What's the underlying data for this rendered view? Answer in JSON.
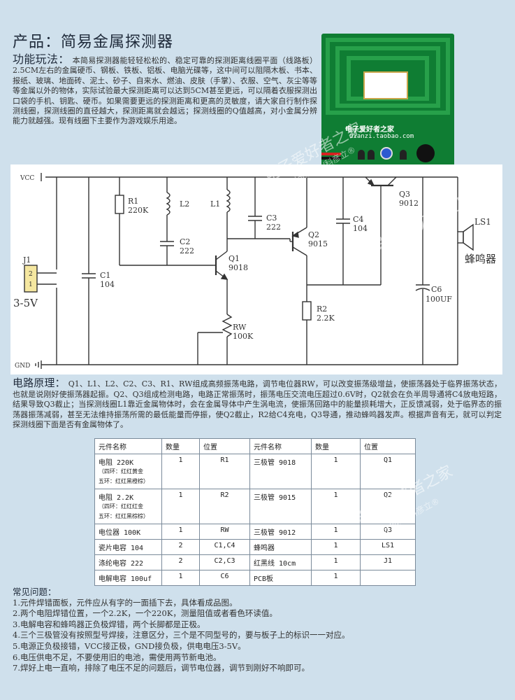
{
  "title": "产品：简易金属探测器",
  "intro": {
    "label": "功能玩法：",
    "text": "本简易探测器能轻轻松松的、稳定可靠的探测距离线圈平面（线路板）2.5CM左右的金属硬币、钢板、铁板、铝板、电脑光碟等，这中间可以阻隔木板、书本、报纸、玻璃、地面砖、泥土、砂子、自来水、燃油、皮肤（手掌）、衣服、空气、灰尘等等等金属以外的物体，实际试验最大探测距离可以达到5CM甚至更远，可以隔着衣服探测出口袋的手机、钥匙、硬币。如果需要更远的探测距离和更高的灵敏度，请大家自行制作探测线圈，探测线圈的直径越大，探测距离就会越远；探测线圈的Q值越高，对小金属分辨能力就越强。现有线圈下主要作为游戏娱乐用途。"
  },
  "photo": {
    "brand": "电子爱好者之家",
    "url": "dianzi.taobao.com"
  },
  "schematic": {
    "vcc": "VCC",
    "gnd": "GND",
    "j1": "J1",
    "j1_pin2": "2",
    "j1_pin1": "1",
    "supply": "3-5V",
    "r1": "R1",
    "r1_val": "220K",
    "l2": "L2",
    "l1": "L1",
    "c2": "C2",
    "c2_val": "222",
    "c3": "C3",
    "c3_val": "222",
    "c1": "C1",
    "c1_val": "104",
    "q1": "Q1",
    "q1_val": "9018",
    "q2": "Q2",
    "q2_val": "9015",
    "q3": "Q3",
    "q3_val": "9012",
    "c4": "C4",
    "c4_val": "104",
    "r2": "R2",
    "r2_val": "2.2K",
    "rw": "RW",
    "rw_val": "100K",
    "c6": "C6",
    "c6_val": "100UF",
    "ls1": "LS1",
    "buzzer": "蜂鸣器"
  },
  "principle": {
    "label": "电路原理：",
    "text": "Q1、L1、L2、C2、C3、R1、RW组成高频振荡电路，调节电位器RW，可以改变振荡级增益，使振荡器处于临界振荡状态，也就是说刚好使振荡器起振。Q2、Q3组成检测电路，电路正常振荡时，振荡电压交流电压超过0.6V时，Q2就会在负半周导通将C4放电短路，结果导致Q3截止；当探测线圈L1靠近金属物体时，会在金属导体中产生涡电流，使振荡回路中的能量损耗增大，正反馈减弱，处于临界态的振荡器振荡减弱，甚至无法维持振荡所需的最低能量而停振，使Q2截止，R2给C4充电，Q3导通，推动蜂鸣器发声。根据声音有无，就可以判定探测线圈下面是否有金属物体了。"
  },
  "bom": {
    "headers": [
      "元件名称",
      "数量",
      "位置",
      "元件名称",
      "数量",
      "位置"
    ],
    "rows": [
      {
        "name": "电阻 220K",
        "sub1": "（四环：红红黄金",
        "sub2": "五环：红红黑橙棕）",
        "qty": "1",
        "pos": "R1",
        "name2": "三极管 9018",
        "qty2": "1",
        "pos2": "Q1"
      },
      {
        "name": "电阻 2.2K",
        "sub1": "（四环：红红红金",
        "sub2": "五环：红红黑棕棕）",
        "qty": "1",
        "pos": "R2",
        "name2": "三极管 9015",
        "qty2": "1",
        "pos2": "Q2"
      },
      {
        "name": "电位器 100K",
        "qty": "1",
        "pos": "RW",
        "name2": "三极管 9012",
        "qty2": "1",
        "pos2": "Q3"
      },
      {
        "name": "瓷片电容 104",
        "qty": "2",
        "pos": "C1,C4",
        "name2": "蜂鸣器",
        "qty2": "1",
        "pos2": "LS1"
      },
      {
        "name": "涤纶电容 222",
        "qty": "2",
        "pos": "C2,C3",
        "name2": "红黑线 10cm",
        "qty2": "1",
        "pos2": "J1"
      },
      {
        "name": "电解电容 100uf",
        "qty": "1",
        "pos": "C6",
        "name2": "PCB板",
        "qty2": "1",
        "pos2": ""
      }
    ]
  },
  "faq": {
    "head": "常见问题：",
    "items": [
      "1.元件焊错面板，元件应从有字的一面插下去，具体看成品图。",
      "2.两个电阻焊错位置，一个2.2K，一个220K，测量阻值或者看色环读值。",
      "3.电解电容和蜂鸣器正负极焊错，两个长脚都是正极。",
      "4.三个三极管没有按照型号焊接，注意区分，三个是不同型号的，要与板子上的标识一一对应。",
      "5.电源正负极接错，VCC接正极，GND接负极，供电电压3-5V。",
      "6.电压供电不足，不要使用旧的电池，需使用两节新电池。",
      "7.焊好上电一直响，排除了电压不足的问题后，调节电位器，调节到刚好不响即可。"
    ]
  },
  "watermark": {
    "main": "电子爱好者之家",
    "sub": "ElecFans/科彦立®"
  }
}
